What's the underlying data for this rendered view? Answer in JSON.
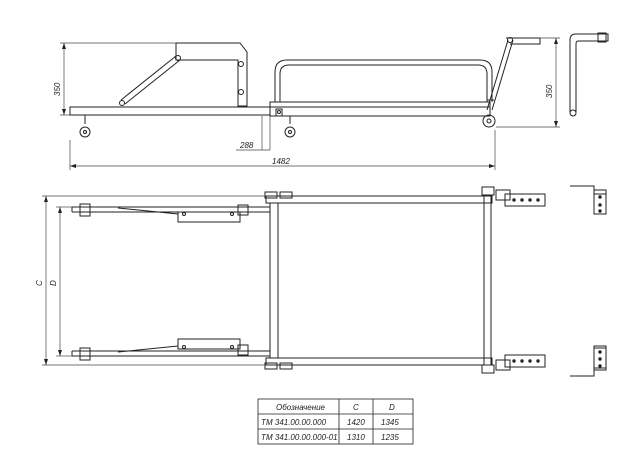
{
  "dimensions": {
    "side_height_left": "350",
    "side_height_right": "350",
    "side_offset": "288",
    "side_length": "1482",
    "plan_width_c": "C",
    "plan_width_d": "D"
  },
  "spec_table": {
    "headers": [
      "Обозначение",
      "C",
      "D"
    ],
    "rows": [
      [
        "ТМ 341.00.00.000",
        "1420",
        "1345"
      ],
      [
        "ТМ 341.00.00.000-01",
        "1310",
        "1235"
      ]
    ]
  }
}
